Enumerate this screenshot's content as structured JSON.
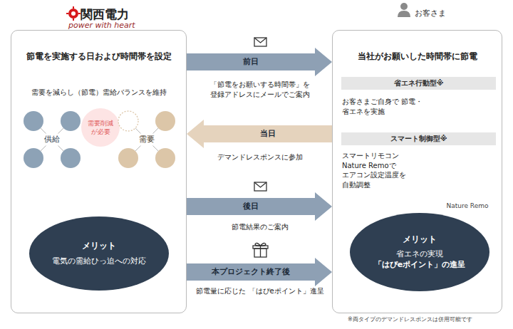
{
  "diagram": {
    "nodes": [
      {
        "text": [
          "節電を実施する日および時間帯を設定",
          "需要を減らし（節電）需給バランスを維持"
        ]
      },
      {
        "text": [
          "供給"
        ],
        "in": 0
      },
      {
        "text": [
          "需要削減が必要"
        ],
        "in": 0
      },
      {
        "text": [
          "需要"
        ],
        "in": 0
      },
      {
        "text": [
          "メリット",
          "電気の需給ひっ迫への対応"
        ],
        "in": 0
      },
      {
        "text": [
          "当社がお願いした時間帯に節電"
        ]
      },
      {
        "text": [
          "省エネ行動型※"
        ],
        "in": 5
      },
      {
        "text": [
          "スマート制御型※"
        ],
        "in": 5
      },
      {
        "text": [
          "メリット",
          "省エネの実現",
          "「はぴeポイント」の進呈"
        ],
        "in": 5
      }
    ],
    "edges": [
      {
        "from": 0,
        "to": 5,
        "label": "前日",
        "arrow": "to"
      },
      {
        "from": 5,
        "to": 0,
        "label": "当日",
        "arrow": "to"
      },
      {
        "from": 0,
        "to": 5,
        "label": "後日",
        "arrow": "to"
      },
      {
        "from": 0,
        "to": 5,
        "label": "本プロジェクト終了後",
        "arrow": "to"
      }
    ],
    "labels": [
      "関西電力",
      "power with heart",
      "お客さま",
      "「節電をお願いする時間帯」を 登録アドレスにメールでご案内",
      "デマンドレスポンスに参加",
      "節電結果のご案内",
      "節電量に応じた 「はぴeポイント」進呈",
      "お客さまご自身で 節電・省エネを実施",
      "スマートリモコン Nature Remoで エアコン設定温度を 自動調整",
      "Nature Remo",
      "※両タイプのデマンドレスポンスは併用可能です"
    ]
  }
}
